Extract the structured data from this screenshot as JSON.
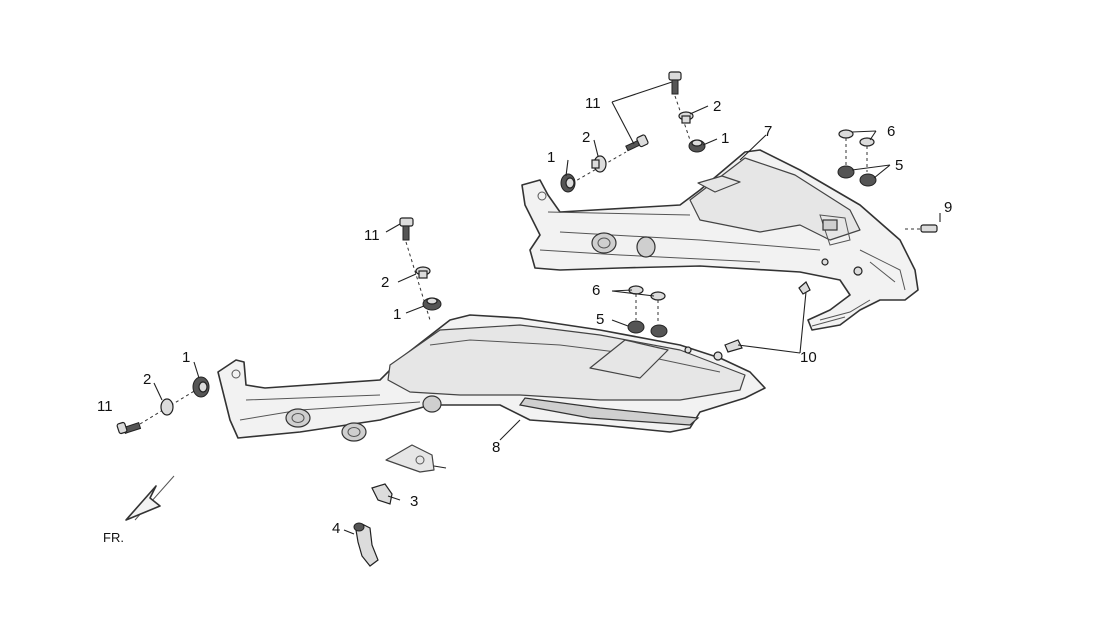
{
  "callouts": [
    {
      "id": "c11-top",
      "label": "11"
    },
    {
      "id": "c2-top",
      "label": "2"
    },
    {
      "id": "c1-top",
      "label": "1"
    },
    {
      "id": "c7",
      "label": "7"
    },
    {
      "id": "c6-top",
      "label": "6"
    },
    {
      "id": "c5-top",
      "label": "5"
    },
    {
      "id": "c9",
      "label": "9"
    },
    {
      "id": "c1-topleft",
      "label": "1"
    },
    {
      "id": "c2-topleft",
      "label": "2"
    },
    {
      "id": "c11-mid",
      "label": "11"
    },
    {
      "id": "c2-mid",
      "label": "2"
    },
    {
      "id": "c1-mid",
      "label": "1"
    },
    {
      "id": "c6-mid",
      "label": "6"
    },
    {
      "id": "c5-mid",
      "label": "5"
    },
    {
      "id": "c10",
      "label": "10"
    },
    {
      "id": "c1-left",
      "label": "1"
    },
    {
      "id": "c2-left",
      "label": "2"
    },
    {
      "id": "c11-left",
      "label": "11"
    },
    {
      "id": "c8",
      "label": "8"
    },
    {
      "id": "c3",
      "label": "3"
    },
    {
      "id": "c4",
      "label": "4"
    }
  ],
  "direction_label": "FR.",
  "colors": {
    "line": "#333333",
    "fill": "#f2f2f2",
    "background": "#ffffff"
  }
}
